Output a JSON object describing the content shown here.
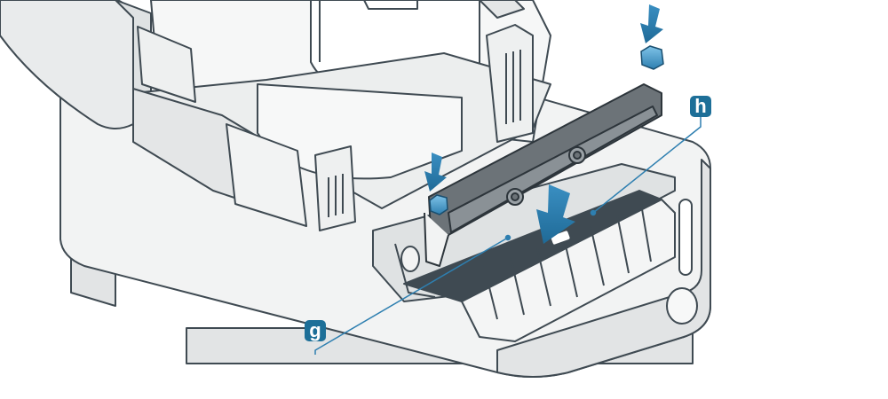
{
  "illustration": {
    "subject": "printer-open-cover-roller-installation",
    "callouts": [
      {
        "id": "g",
        "label": "g"
      },
      {
        "id": "h",
        "label": "h"
      }
    ],
    "arrows": [
      "down-arrow-left-tab",
      "down-arrow-right-tab",
      "down-arrow-center-large"
    ],
    "colors": {
      "line": "#3f4a52",
      "body_fill": "#f2f3f3",
      "body_shade": "#e2e4e5",
      "part_dark": "#6c7378",
      "accent_blue": "#2e7fb0",
      "callout_bg": "#1d6f98"
    }
  }
}
